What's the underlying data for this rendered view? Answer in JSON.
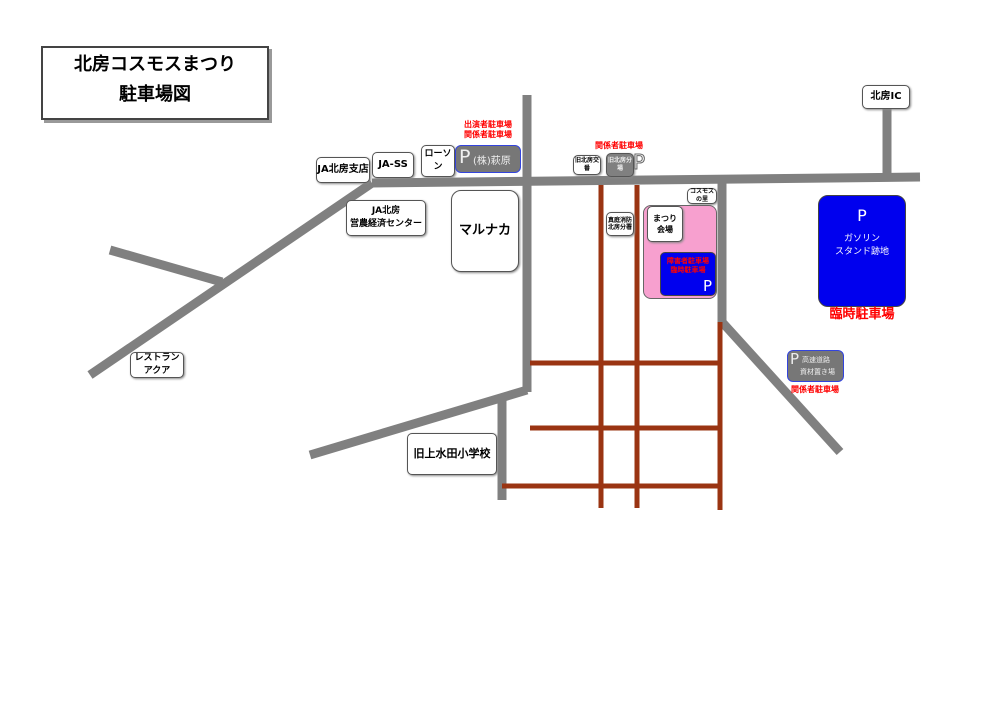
{
  "title": {
    "line1": "北房コスモスまつり",
    "line2": "駐車場図"
  },
  "labels": {
    "ic": "北房IC",
    "ja_branch": "JA北房支店",
    "ja_ss": "JA-SS",
    "lawson": "ローソン",
    "ja_center_1": "JA北房",
    "ja_center_2": "営農経済センター",
    "marunaka": "マルナカ",
    "restaurant": "レストラン アクア",
    "school": "旧上水田小学校",
    "police": "旧北房交番",
    "branch_office": "旧北房分場",
    "fire_1": "真庭消防",
    "fire_2": "北房分署",
    "cosmos_village": "コスモスの里",
    "venue_1": "まつり",
    "venue_2": "会場"
  },
  "parking": {
    "p_symbol": "P",
    "hagiwara": "(株)萩原",
    "hagiwara_top1": "出演者駐車場",
    "hagiwara_top2": "関係者駐車場",
    "office_top": "関係者駐車場",
    "disabled_1": "障害者駐車場",
    "disabled_2": "臨時駐車場",
    "gas_1": "ガソリン",
    "gas_2": "スタンド跡地",
    "gas_caption": "臨時駐車場",
    "material_1": "高速道路",
    "material_2": "資材置き場",
    "material_caption": "関係者駐車場"
  },
  "colors": {
    "road": "#808080",
    "path": "#9a3412",
    "venue": "#f7a0cf",
    "lot": "#0000ee",
    "red": "#ff0000"
  }
}
